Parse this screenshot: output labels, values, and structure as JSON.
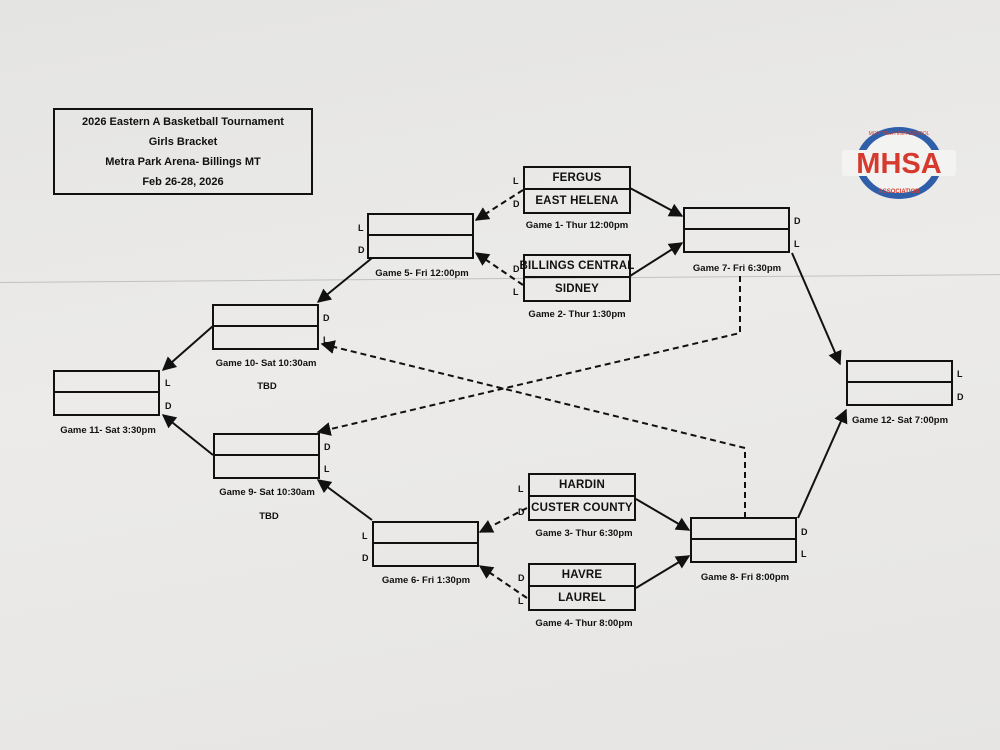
{
  "title": {
    "line1": "2026 Eastern A Basketball Tournament",
    "line2": "Girls Bracket",
    "line3": "Metra Park Arena- Billings MT",
    "line4": "Feb 26-28, 2026"
  },
  "logo": {
    "text": "MHSA",
    "arc_top": "MONTANA HIGH SCHOOL",
    "arc_bottom": "ASSOCIATION",
    "colors": {
      "red": "#d63a2e",
      "blue": "#2f5fa8"
    }
  },
  "teams": {
    "g1_top": "FERGUS",
    "g1_bottom": "EAST HELENA",
    "g2_top": "BILLINGS CENTRAL",
    "g2_bottom": "SIDNEY",
    "g3_top": "HARDIN",
    "g3_bottom": "CUSTER COUNTY",
    "g4_top": "HAVRE",
    "g4_bottom": "LAUREL"
  },
  "games": {
    "g1": "Game 1- Thur 12:00pm",
    "g2": "Game 2- Thur 1:30pm",
    "g3": "Game 3- Thur 6:30pm",
    "g4": "Game 4- Thur 8:00pm",
    "g5": "Game 5- Fri 12:00pm",
    "g6": "Game 6- Fri 1:30pm",
    "g7": "Game 7- Fri 6:30pm",
    "g8": "Game 8- Fri 8:00pm",
    "g9": "Game 9- Sat 10:30am",
    "g10": "Game 10- Sat 10:30am",
    "g11": "Game 11- Sat 3:30pm",
    "g12": "Game 12- Sat 7:00pm",
    "tbd": "TBD"
  },
  "side_labels": {
    "L": "L",
    "D": "D"
  }
}
